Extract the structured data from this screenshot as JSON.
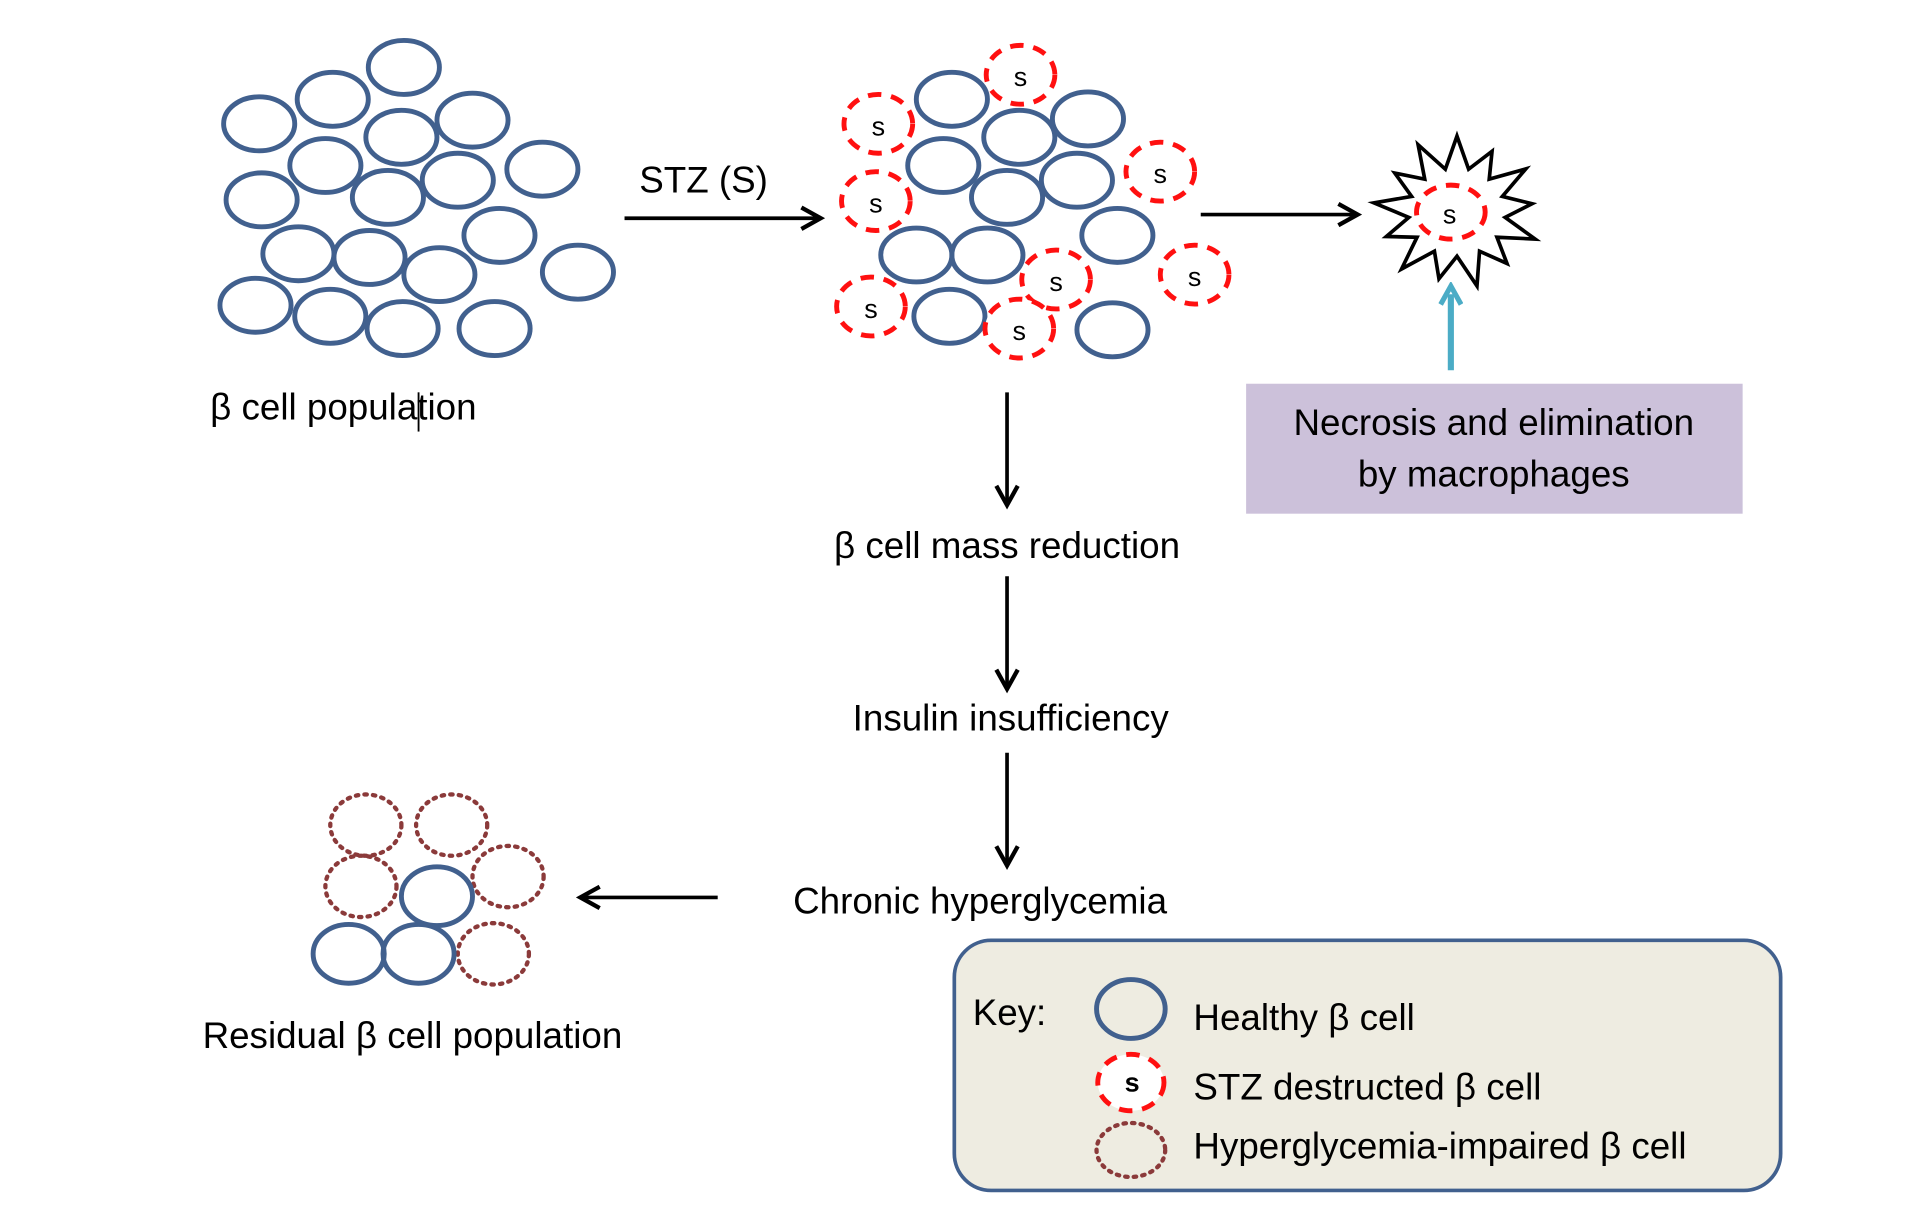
{
  "diagram": {
    "labels": {
      "population": "β cell population",
      "stz_treatment": "STZ (S)",
      "mass_reduction": "β cell mass reduction",
      "insulin": "Insulin insufficiency",
      "hyperglycemia": "Chronic hyperglycemia",
      "residual": "Residual β cell population",
      "necrosis_line1": "Necrosis and elimination",
      "necrosis_line2": "by macrophages"
    },
    "stz_marker": "s",
    "key": {
      "title": "Key:",
      "items": [
        {
          "type": "healthy",
          "label": "Healthy β cell"
        },
        {
          "type": "stz",
          "label": "STZ destructed β cell",
          "marker": "s"
        },
        {
          "type": "impaired",
          "label": "Hyperglycemia-impaired β cell"
        }
      ]
    },
    "colors": {
      "healthy_cell": "#41608e",
      "stz_cell": "#ff1010",
      "impaired_cell": "#8b3a3a",
      "macrophage_arrow": "#4bacc6",
      "necrosis_box": "#ccc1da",
      "key_background": "#eeece1"
    },
    "counts": {
      "initial_healthy": 19,
      "treated_healthy": 11,
      "treated_stz": 8,
      "residual_healthy": 3,
      "residual_impaired": 5
    }
  }
}
